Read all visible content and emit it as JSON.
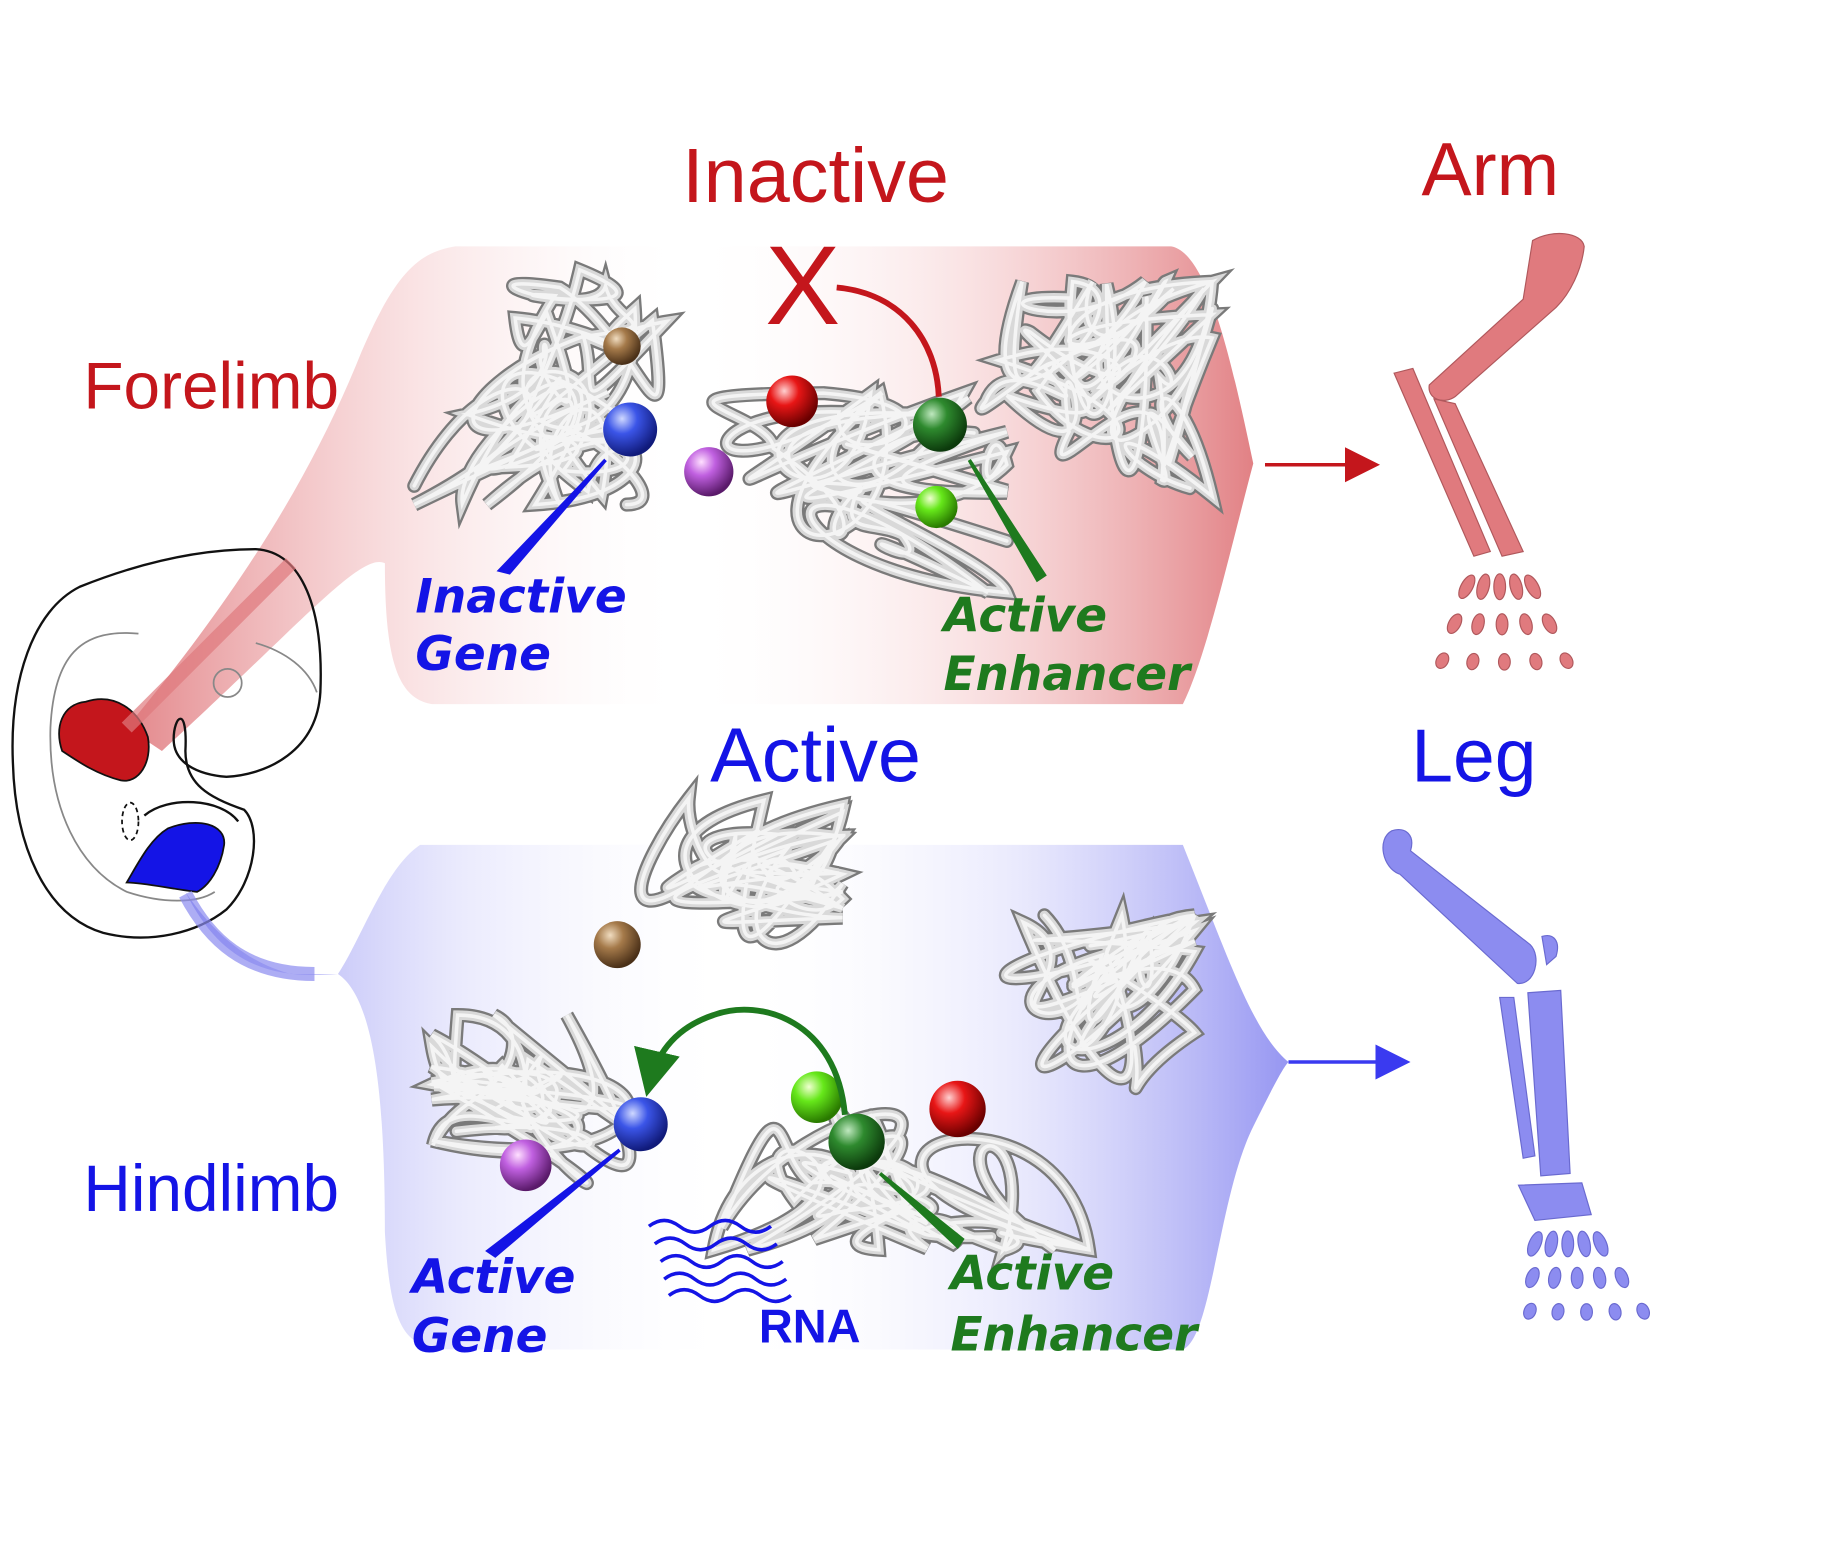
{
  "forelimb": {
    "label": "Forelimb",
    "state": "Inactive",
    "block_mark": "X",
    "gene_label": [
      "Inactive",
      "Gene"
    ],
    "enhancer_label": [
      "Active",
      "Enhancer"
    ],
    "outcome": "Arm"
  },
  "hindlimb": {
    "label": "Hindlimb",
    "state": "Active",
    "gene_label": [
      "Active",
      "Gene"
    ],
    "enhancer_label": [
      "Active",
      "Enhancer"
    ],
    "rna_label": "RNA",
    "outcome": "Leg"
  },
  "colors": {
    "forelimb": "#c4161c",
    "hindlimb": "#1414e6",
    "enhancer": "#1e7a1e",
    "arm_bone": "#e07a7e",
    "leg_bone": "#8c8cf0",
    "chromatin": "#d9d9d9"
  }
}
